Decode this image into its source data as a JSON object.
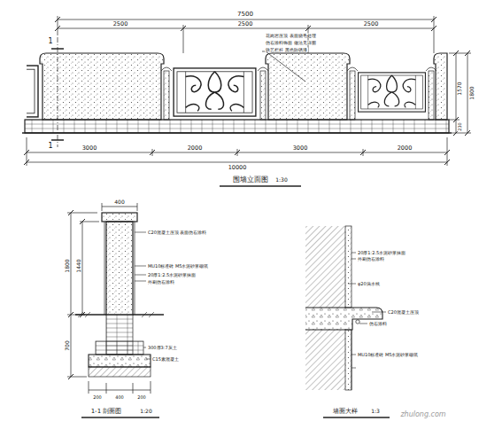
{
  "diagram": {
    "labels": [
      "7500",
      "2500",
      "2500",
      "2500",
      "1",
      "1",
      "花岗岩压顶 表面烧毛处理",
      "仿石涂料饰面 做法见详图",
      "铁艺栏杆 黑色防锈漆",
      "1570",
      "230",
      "1800",
      "3000",
      "2000",
      "3000",
      "2000",
      "10000",
      "围墙立面图",
      "1:30",
      "400",
      "1800",
      "1440",
      "700",
      "200",
      "400",
      "200",
      "C20混凝土压顶 表面仿石涂料",
      "MU10标准砖 M5水泥砂浆砌筑",
      "20厚1:2.5水泥砂浆抹面",
      "外刷仿石涂料",
      "300厚3:7灰土",
      "C15素混凝土",
      "1-1 剖面图",
      "1:20",
      "20厚1:2.5水泥砂浆抹面",
      "外刷仿石涂料",
      "φ20滴水线",
      "C20混凝土压顶",
      "仿石涂料",
      "MU10标准砖 M5水泥砂浆砌筑",
      "墙面大样",
      "1:3",
      "zhulong.com"
    ]
  }
}
